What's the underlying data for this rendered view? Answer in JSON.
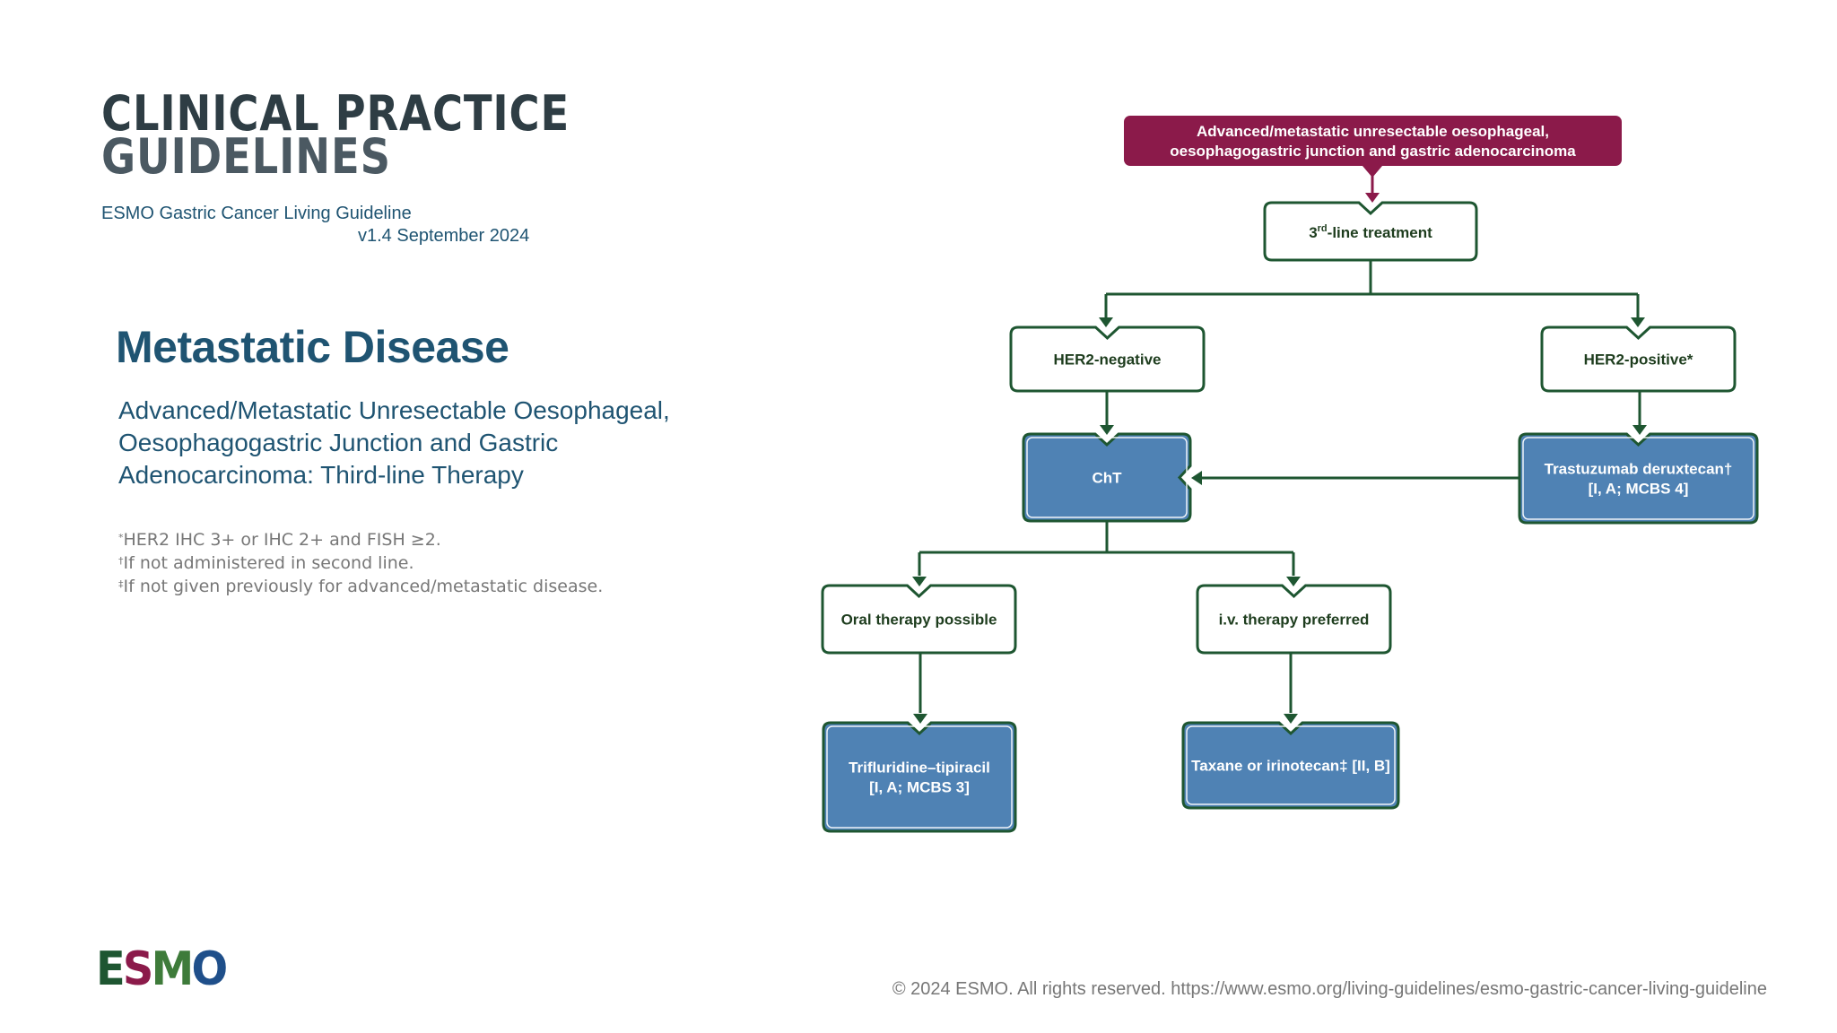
{
  "header": {
    "logo_line1": "CLINICAL PRACTICE",
    "logo_line2": "GUIDELINES",
    "guideline_name": "ESMO Gastric Cancer Living Guideline",
    "version": "v1.4 September 2024"
  },
  "section": {
    "title": "Metastatic Disease",
    "subtitle_lines": [
      "Advanced/Metastatic Unresectable Oesophageal,",
      "Oesophagogastric Junction and Gastric",
      "Adenocarcinoma: Third-line Therapy"
    ]
  },
  "footnotes": [
    {
      "mark": "*",
      "text": "HER2 IHC 3+ or IHC 2+ and FISH ≥2."
    },
    {
      "mark": "†",
      "text": "If not administered in second line."
    },
    {
      "mark": "‡",
      "text": "If not given previously for advanced/metastatic disease."
    }
  ],
  "flowchart": {
    "colors": {
      "root_fill": "#8b1a4a",
      "line": "#1e5631",
      "outline_fill": "#ffffff",
      "treatment_fill": "#4f82b4",
      "treatment_text": "#ffffff",
      "outline_text": "#1e3d1e"
    },
    "nodes": {
      "root": {
        "lines": [
          "Advanced/metastatic unresectable oesophageal,",
          "oesophagogastric junction and gastric adenocarcinoma"
        ]
      },
      "line3": {
        "main": "3",
        "sup": "rd",
        "rest": "-line treatment"
      },
      "her2neg": {
        "lines": [
          "HER2-negative"
        ]
      },
      "her2pos": {
        "lines": [
          "HER2-positive*"
        ]
      },
      "cht": {
        "lines": [
          "ChT"
        ]
      },
      "tdxd": {
        "lines": [
          "Trastuzumab deruxtecan†",
          "[I, A; MCBS 4]"
        ]
      },
      "oral": {
        "lines": [
          "Oral therapy possible"
        ]
      },
      "iv": {
        "lines": [
          "i.v. therapy preferred"
        ]
      },
      "tt": {
        "lines": [
          "Trifluridine–tipiracil",
          "[I, A; MCBS 3]"
        ]
      },
      "taxane": {
        "lines": [
          "Taxane or irinotecan‡ [II, B]"
        ]
      }
    }
  },
  "footer": {
    "logo_letters": [
      {
        "ch": "E",
        "color": "#1e5631"
      },
      {
        "ch": "S",
        "color": "#8b1a4a"
      },
      {
        "ch": "M",
        "color": "#3e7b3a"
      },
      {
        "ch": "O",
        "color": "#1f4f8a"
      }
    ],
    "copyright": "© 2024 ESMO. All rights reserved. https://www.esmo.org/living-guidelines/esmo-gastric-cancer-living-guideline"
  }
}
